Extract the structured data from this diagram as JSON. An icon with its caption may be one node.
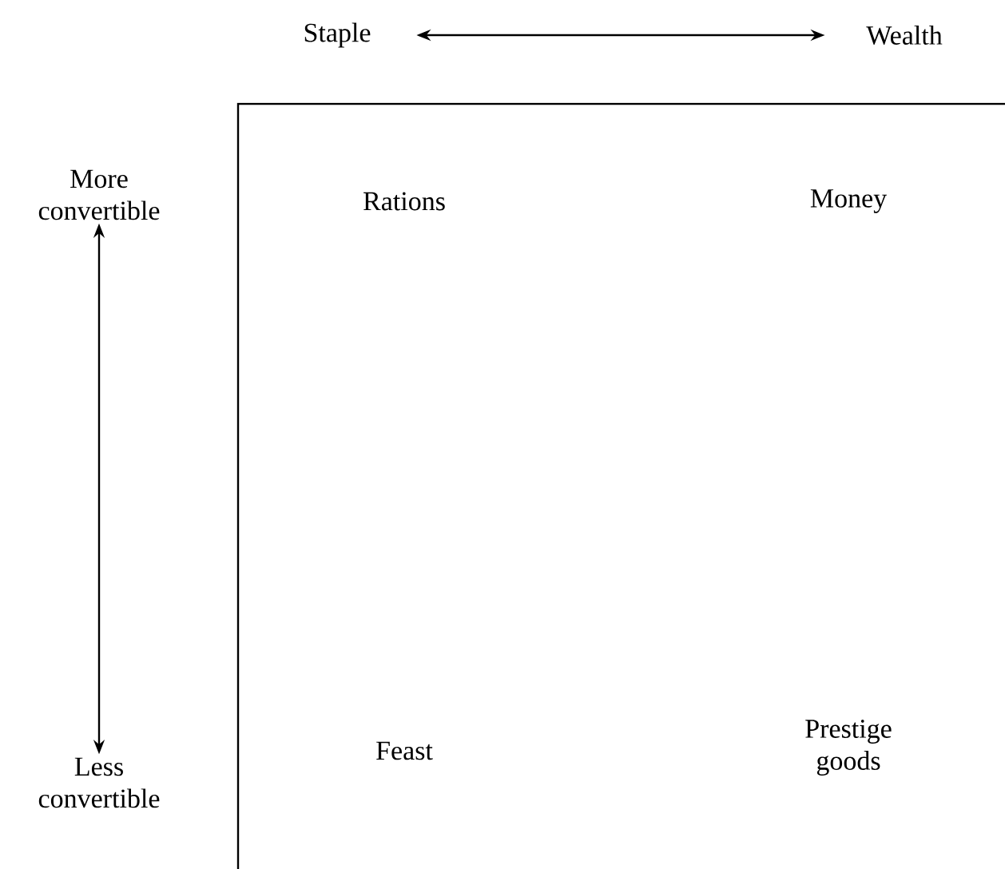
{
  "diagram": {
    "nodes": [
      {
        "text": [
          "Staple"
        ]
      },
      {
        "text": [
          "Wealth"
        ]
      },
      {
        "text": [
          "More convertible"
        ]
      },
      {
        "text": [
          "Less convertible"
        ]
      }
    ],
    "edges": [
      {
        "from": 0,
        "to": 1,
        "arrow": "both"
      },
      {
        "from": 2,
        "to": 3,
        "arrow": "both"
      }
    ],
    "labels": [
      "Rations",
      "Money",
      "Feast",
      "Prestige goods"
    ]
  }
}
